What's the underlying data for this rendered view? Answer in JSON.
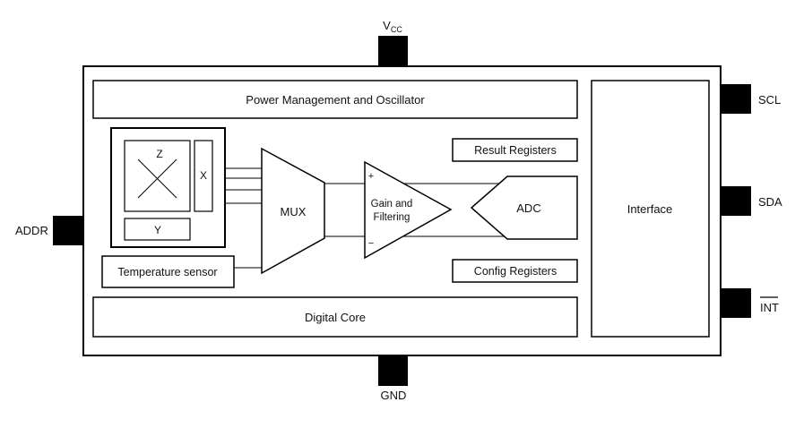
{
  "pins": {
    "vcc_main": "V",
    "vcc_sub": "CC",
    "gnd": "GND",
    "addr": "ADDR",
    "scl": "SCL",
    "sda": "SDA",
    "int": "INT"
  },
  "blocks": {
    "power": "Power Management and Oscillator",
    "sensor_z": "Z",
    "sensor_x": "X",
    "sensor_y": "Y",
    "temperature": "Temperature sensor",
    "mux": "MUX",
    "gain_line1": "Gain and",
    "gain_line2": "Filtering",
    "gain_plus": "+",
    "gain_minus": "−",
    "adc": "ADC",
    "result_registers": "Result Registers",
    "config_registers": "Config Registers",
    "interface": "Interface",
    "digital_core": "Digital Core"
  }
}
